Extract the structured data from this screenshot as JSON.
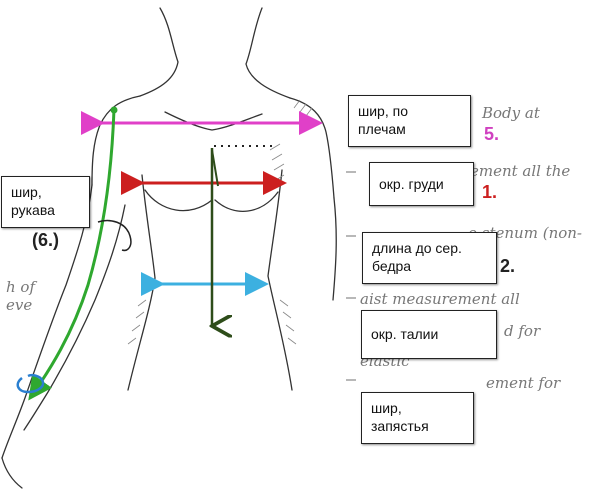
{
  "labels": {
    "shoulders": "шир, по\nплечам",
    "chest": "окр. груди",
    "sleeve": "шир,\nрукава",
    "length": "длина до сер.\nбедра",
    "waist": "окр. талии",
    "wrist": "шир,\nзапястья"
  },
  "notes": {
    "body_at": "Body at",
    "all_the": "ement all the",
    "sternum": "o stenum (non-",
    "all": "aist measurement all",
    "d_for": "d for",
    "elastic": "elastic",
    "ement_for": "ement for",
    "h_of": "h of",
    "eve": "eve"
  },
  "numbers": {
    "n5": "5.",
    "n1": "1.",
    "n2": "2.",
    "n6": "(6.)"
  },
  "colors": {
    "shoulder_arrow": "#e040c8",
    "chest_arrow": "#cc1f1f",
    "length_arrow": "#2e4d1a",
    "waist_arrow": "#3cb0e0",
    "sleeve_arrow": "#2fa82f",
    "wrist_mark": "#2a7fd0"
  }
}
